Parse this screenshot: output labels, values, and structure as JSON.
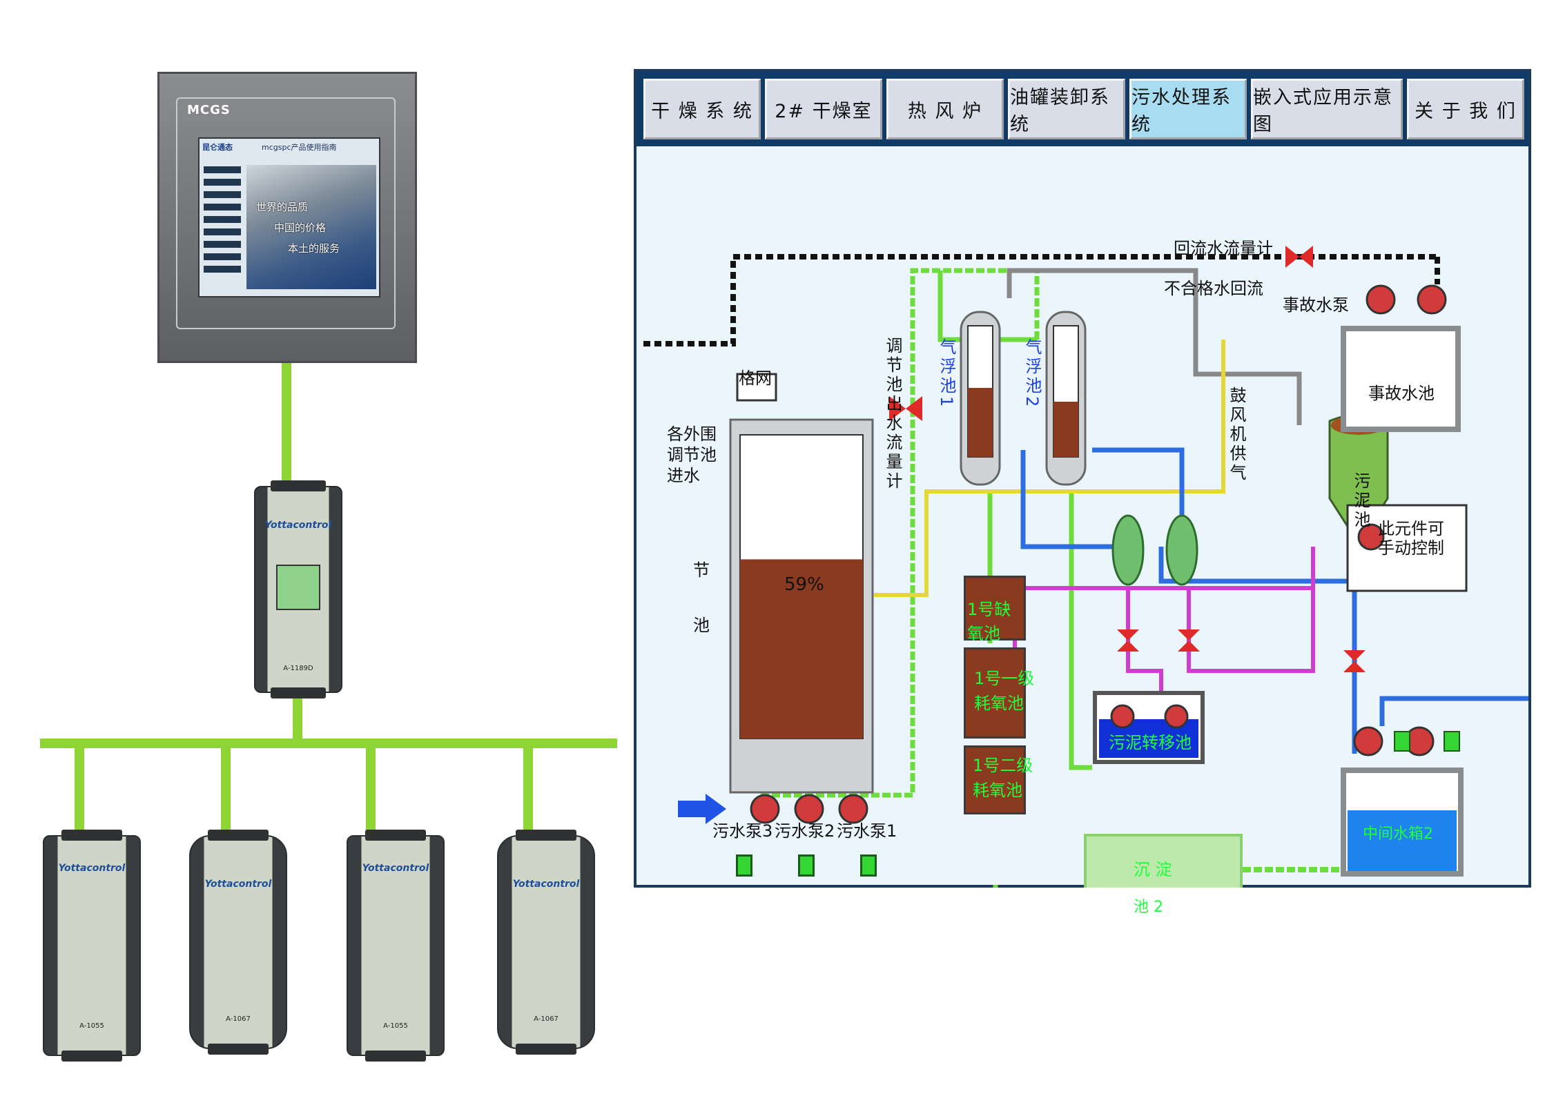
{
  "hmi": {
    "brand": "MCGS",
    "screen_logo": "昆仑通态",
    "screen_header": "mcgspc产品使用指南",
    "hero_lines": [
      "世界的品质",
      "中国的价格",
      "本土的服务"
    ]
  },
  "modules": {
    "master_label": "Yottacontrol",
    "master_model": "A-1189D",
    "slave_labels": [
      "Yottacontrol",
      "Yottacontrol",
      "Yottacontrol",
      "Yottacontrol"
    ],
    "slave_models": [
      "A-1055",
      "A-1067",
      "A-1055",
      "A-1067"
    ]
  },
  "scada": {
    "tabs": [
      {
        "label": "干 燥 系 统",
        "active": false
      },
      {
        "label": "2# 干燥室",
        "active": false
      },
      {
        "label": "热 风 炉",
        "active": false
      },
      {
        "label": "油罐装卸系统",
        "active": false
      },
      {
        "label": "污水处理系统",
        "active": true
      },
      {
        "label": "嵌入式应用示意图",
        "active": false
      },
      {
        "label": "关 于 我 们",
        "active": false
      }
    ],
    "labels": {
      "reflux_meter": "回流水流量计",
      "unqualified_return": "不合格水回流",
      "emergency_pump": "事故水泵",
      "emergency_pool": "事故水池",
      "grid": "格网",
      "inlet": "各外围\n调节池\n进水",
      "regulating_pool_1": "节",
      "regulating_pool_2": "池",
      "outlet_meter": "调节池出水流量计",
      "float_pool_1": "气浮池1",
      "float_pool_2": "气浮池2",
      "blower": "鼓风机供气",
      "sludge_pool": "污泥池",
      "manual_control": "此元件可\n手动控制",
      "anoxic": "1号缺氧池",
      "aerobic_1": "1号一级\n耗氧池",
      "aerobic_2": "1号二级\n耗氧池",
      "sludge_transfer": "污泥转移池",
      "sediment": "沉 淀",
      "sediment_2": "池 2",
      "mid_tank": "中间水箱2",
      "pump3": "污水泵3",
      "pump2": "污水泵2",
      "pump1": "污水泵1"
    },
    "tank_level_text": "59%",
    "tank_level": 0.59,
    "colors": {
      "menubar": "#123a66",
      "active_tab": "#a8dcf0",
      "sewage": "#8a3b1f",
      "green_pipe": "#6ddc3c",
      "blue_pipe": "#2d6de0",
      "magenta_pipe": "#d23cd2",
      "yellow_pipe": "#e6d832"
    }
  }
}
